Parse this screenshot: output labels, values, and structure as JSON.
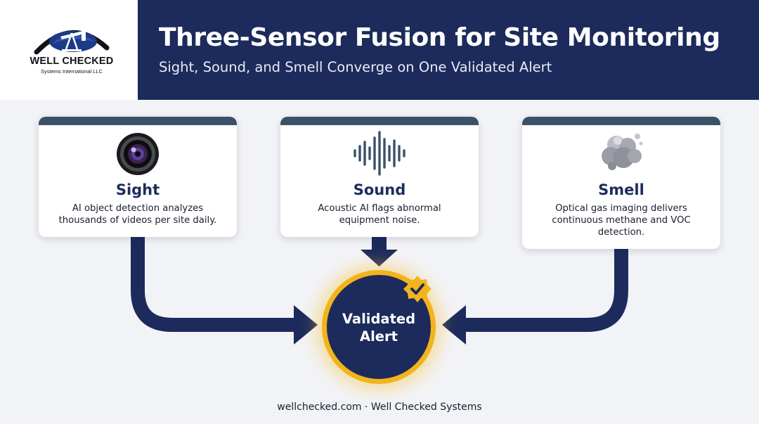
{
  "logo": {
    "name": "WELL CHECKED",
    "subtitle": "Systems International LLC"
  },
  "header": {
    "title": "Three-Sensor Fusion for Site Monitoring",
    "subtitle": "Sight, Sound, and Smell Converge on One Validated Alert"
  },
  "sensors": [
    {
      "title": "Sight",
      "description": "AI object detection analyzes thousands of videos per site daily.",
      "icon": "camera-lens-icon"
    },
    {
      "title": "Sound",
      "description": "Acoustic AI flags abnormal equipment noise.",
      "icon": "sound-wave-icon"
    },
    {
      "title": "Smell",
      "description": "Optical gas imaging delivers continuous methane and VOC detection.",
      "icon": "gas-cloud-icon"
    }
  ],
  "alert": {
    "line1": "Validated",
    "line2": "Alert",
    "badge_icon": "check-badge-icon"
  },
  "footer": {
    "text": "wellchecked.com · Well Checked Systems"
  },
  "colors": {
    "navy": "#1c2b5b",
    "card_bar": "#3b5168",
    "gold": "#f2b41c",
    "background": "#f2f3f6"
  }
}
